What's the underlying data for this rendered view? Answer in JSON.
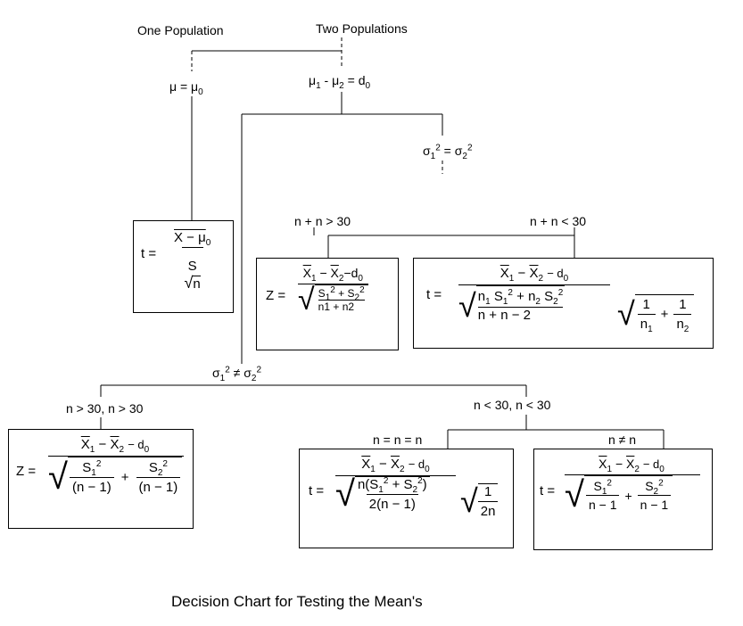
{
  "labels": {
    "one_population": "One Population",
    "two_populations": "Two Populations",
    "mu_eq_mu0": "μ = μ",
    "mu_eq_mu0_sub": "0",
    "mu1": "μ",
    "mu1_sub": "1",
    "minus": " - ",
    "mu2": "μ",
    "mu2_sub": "2",
    "eq_d0": " = d",
    "d0_sub": "0",
    "sigma_eq": "σ",
    "sigma_ne": "≠",
    "n_sum_gt_30": "n  + n  > 30",
    "n_sum_lt_30": "n  + n  < 30",
    "n_both_gt_30": "n  > 30, n  > 30",
    "n_both_lt_30": "n  < 30, n  < 30",
    "n_equal": "n  = n  = n",
    "n_not_equal": "n  ≠ n"
  },
  "formulas": {
    "t_one": {
      "lhs": "t =",
      "num": "X − μ",
      "num_sub": "0",
      "den_num": "S",
      "den_den": "n"
    },
    "z_large_equal": {
      "lhs": "Z =",
      "num": "X",
      "num2": "X",
      "tail": "−d",
      "tail_sub": "0",
      "den": "S",
      "den2": "S",
      "den_bottom": "n1   +   n2"
    },
    "t_pooled": {
      "lhs": "t =",
      "num": "X",
      "num2": "X",
      "tail": "− d",
      "den_top": "n",
      "den_mid": "S",
      "den_bottom": "n   +   n  − 2",
      "right_num": "1",
      "right_num2": "1"
    },
    "z_large_unequal": {
      "lhs": "Z =",
      "num": "X",
      "num2": "X",
      "tail": "− d",
      "left_den": "(n  − 1)",
      "right_den": "(n  − 1)"
    },
    "t_equal_n": {
      "lhs": "t =",
      "num": "X",
      "num2": "X",
      "tail": "− d",
      "den_num": "n(S",
      "den_den": "2(n − 1)",
      "right_num": "1",
      "right_den": "2n"
    },
    "t_unequal_n": {
      "lhs": "t =",
      "num": "X",
      "num2": "X",
      "tail": "− d",
      "left_den": "n  − 1",
      "right_den": "n  − 1"
    }
  },
  "title": "Decision Chart for Testing the Mean's"
}
